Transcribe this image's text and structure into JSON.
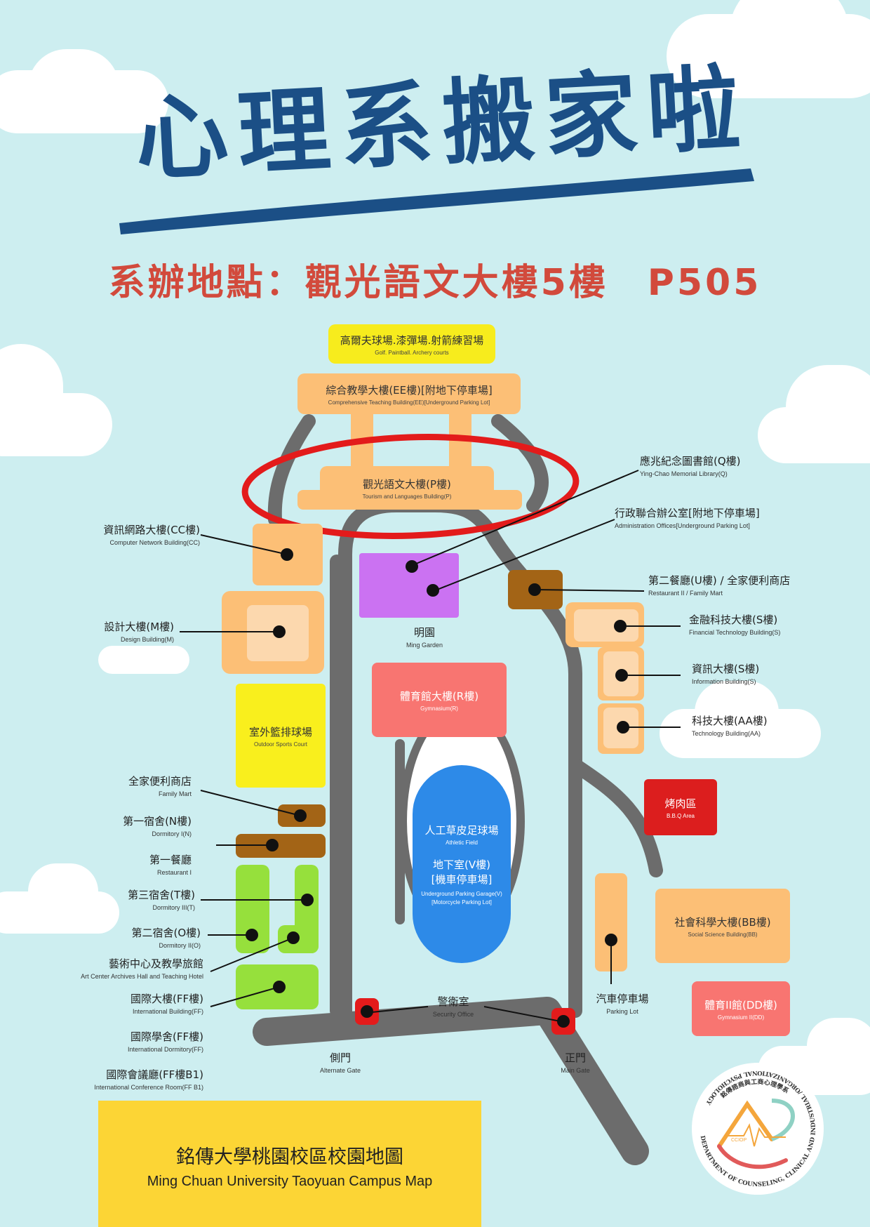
{
  "poster": {
    "title": "心理系搬家啦",
    "subtitle": "系辦地點：觀光語文大樓5樓　P505",
    "colors": {
      "title": "#1b4f86",
      "subtitle": "#d24a3c",
      "background": "#cdeef0",
      "highlight_ring": "#e31b1b"
    }
  },
  "map": {
    "caption_zh": "銘傳大學桃園校區校園地圖",
    "caption_en": "Ming Chuan University Taoyuan Campus Map",
    "buildings": {
      "golf": {
        "zh": "高爾夫球場.漆彈場.射箭練習場",
        "en": "Golf. Paintball. Archery courts"
      },
      "ee": {
        "zh": "綜合教學大樓(EE樓)[附地下停車場]",
        "en": "Comprehensive Teaching Building(EE)[Underground Parking Lot]"
      },
      "p": {
        "zh": "觀光語文大樓(P樓)",
        "en": "Tourism and Languages Building(P)"
      },
      "r": {
        "zh": "體育館大樓(R樓)",
        "en": "Gymnasium(R)"
      },
      "court": {
        "zh": "室外籃排球場",
        "en": "Outdoor Sports Court"
      },
      "field": {
        "zh": "人工草皮足球場",
        "en": "Athletic Field",
        "zh2": "地下室(V樓)",
        "zh3": "[機車停車場]",
        "en2": "Underground Parking Garage(V)",
        "en3": "[Motorcycle Parking Lot]"
      },
      "bbq": {
        "zh": "烤肉區",
        "en": "B.B.Q Area"
      },
      "bb": {
        "zh": "社會科學大樓(BB樓)",
        "en": "Social Science Building(BB)"
      },
      "dd": {
        "zh": "體育II館(DD樓)",
        "en": "Gymnasium II(DD)"
      }
    },
    "labels": {
      "q": {
        "zh": "應兆紀念圖書館(Q樓)",
        "en": "Ying-Chao Memorial Library(Q)"
      },
      "admin": {
        "zh": "行政聯合辦公室[附地下停車場]",
        "en": "Administration Offices[Underground Parking Lot]"
      },
      "u": {
        "zh": "第二餐廳(U樓) / 全家便利商店",
        "en": "Restaurant II / Family Mart"
      },
      "s_fin": {
        "zh": "金融科技大樓(S樓)",
        "en": "Financial Technology Building(S)"
      },
      "s_info": {
        "zh": "資訊大樓(S樓)",
        "en": "Information Building(S)"
      },
      "aa": {
        "zh": "科技大樓(AA樓)",
        "en": "Technology Building(AA)"
      },
      "cc": {
        "zh": "資訊網路大樓(CC樓)",
        "en": "Computer Network Building(CC)"
      },
      "m": {
        "zh": "設計大樓(M樓)",
        "en": "Design Building(M)"
      },
      "ming": {
        "zh": "明園",
        "en": "Ming Garden"
      },
      "fm": {
        "zh": "全家便利商店",
        "en": "Family Mart"
      },
      "n": {
        "zh": "第一宿舍(N樓)",
        "en": "Dormitory I(N)"
      },
      "rest1": {
        "zh": "第一餐廳",
        "en": "Restaurant I"
      },
      "t": {
        "zh": "第三宿舍(T樓)",
        "en": "Dormitory III(T)"
      },
      "o": {
        "zh": "第二宿舍(O樓)",
        "en": "Dormitory II(O)"
      },
      "art": {
        "zh": "藝術中心及教學旅館",
        "en": "Art Center Archives Hall and Teaching Hotel"
      },
      "ff": {
        "zh": "國際大樓(FF樓)",
        "en": "International Building(FF)"
      },
      "ffd": {
        "zh": "國際學舍(FF樓)",
        "en": "International Dormitory(FF)"
      },
      "ffb1": {
        "zh": "國際會議廳(FF樓B1)",
        "en": "International Conference Room(FF B1)"
      },
      "security": {
        "zh": "警衛室",
        "en": "Security Office"
      },
      "parking": {
        "zh": "汽車停車場",
        "en": "Parking Lot"
      },
      "side_gate": {
        "zh": "側門",
        "en": "Alternate Gate"
      },
      "main_gate": {
        "zh": "正門",
        "en": "Main Gate"
      }
    }
  },
  "logo": {
    "top_text": "銘傳諮商與工商心理學系",
    "ring_text": "DEPARTMENT OF COUNSELING, CLINICAL AND INDUSTRIAL /ORGANIZATIONAL PSYCHOLOGY",
    "badge": "CCIOP"
  }
}
